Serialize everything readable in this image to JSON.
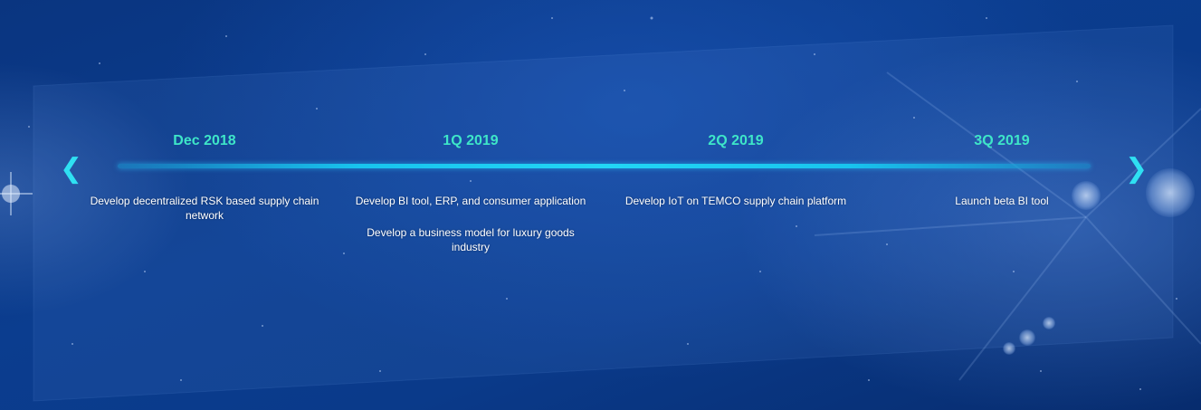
{
  "timeline": {
    "prev_arrow": "❮",
    "next_arrow": "❯",
    "milestones": [
      {
        "date": "Dec 2018",
        "items": [
          "Develop decentralized RSK based supply chain network"
        ]
      },
      {
        "date": "1Q 2019",
        "items": [
          "Develop BI tool, ERP, and consumer application",
          "Develop a business model for luxury goods industry"
        ]
      },
      {
        "date": "2Q 2019",
        "items": [
          "Develop IoT on TEMCO supply chain platform"
        ]
      },
      {
        "date": "3Q 2019",
        "items": [
          "Launch beta BI tool"
        ]
      }
    ]
  },
  "colors": {
    "background": "#0a3a8a",
    "accent_line": "#22d6f5",
    "date_text": "#3ee6c8",
    "arrow": "#2fe0f2"
  }
}
